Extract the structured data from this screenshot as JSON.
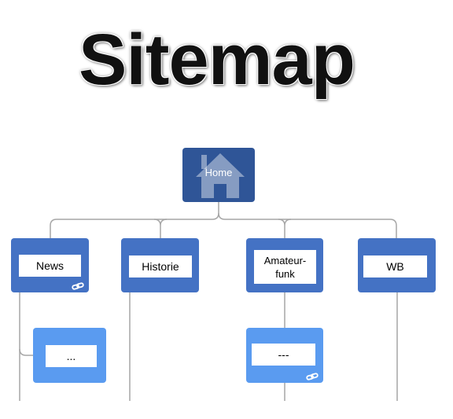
{
  "title": "Sitemap",
  "root": {
    "label": "Home",
    "icon": "house-icon"
  },
  "level1": [
    {
      "label": "News",
      "icon": "link-icon",
      "children": [
        {
          "label": "..."
        }
      ]
    },
    {
      "label": "Historie"
    },
    {
      "label": "Amateur-\nfunk",
      "children": [
        {
          "label": "---",
          "icon": "link-icon"
        }
      ]
    },
    {
      "label": "WB"
    }
  ],
  "colors": {
    "root": "#2F5597",
    "level1": "#4472C4",
    "level2": "#5A9BF0",
    "connector": "#A6A6A6",
    "label_bg": "#FFFFFF"
  }
}
